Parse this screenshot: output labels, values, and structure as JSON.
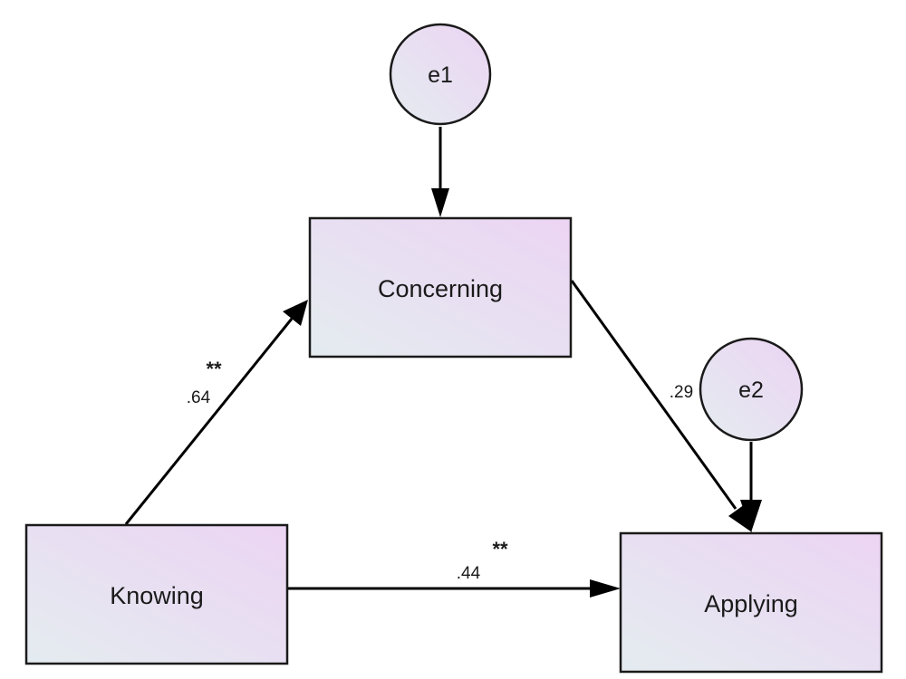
{
  "nodes": {
    "concerning": "Concerning",
    "knowing": "Knowing",
    "applying": "Applying"
  },
  "errors": {
    "e1": "e1",
    "e2": "e2"
  },
  "paths": {
    "knowing_concerning": {
      "coefficient": ".64",
      "significance": "**"
    },
    "concerning_applying": {
      "coefficient": ".29",
      "significance": ""
    },
    "knowing_applying": {
      "coefficient": ".44",
      "significance": "**"
    }
  },
  "colors": {
    "box_fill_start": "#e8eef3",
    "box_fill_end": "#ead6f2",
    "stroke": "#1a1a1a"
  }
}
